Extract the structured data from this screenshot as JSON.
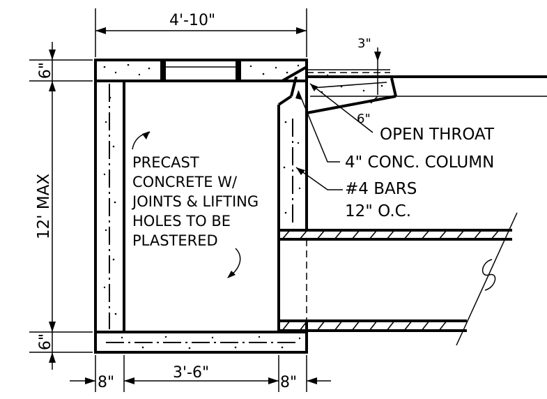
{
  "drawing": {
    "dimensions": {
      "top_width": "4'-10\"",
      "top_slab": "6\"",
      "bottom_slab": "6\"",
      "height": "12' MAX",
      "left_wall": "8\"",
      "inner_width": "3'-6\"",
      "right_wall": "8\"",
      "lip_width": "3\"",
      "throat_drop": "6\""
    },
    "labels": {
      "precast_note": [
        "PRECAST",
        "CONCRETE W/",
        "JOINTS & LIFTING",
        "HOLES TO BE",
        "PLASTERED"
      ],
      "open_throat": "OPEN THROAT",
      "conc_column": "4\" CONC. COLUMN",
      "bars_line1": "#4 BARS",
      "bars_line2": "12\" O.C."
    }
  }
}
